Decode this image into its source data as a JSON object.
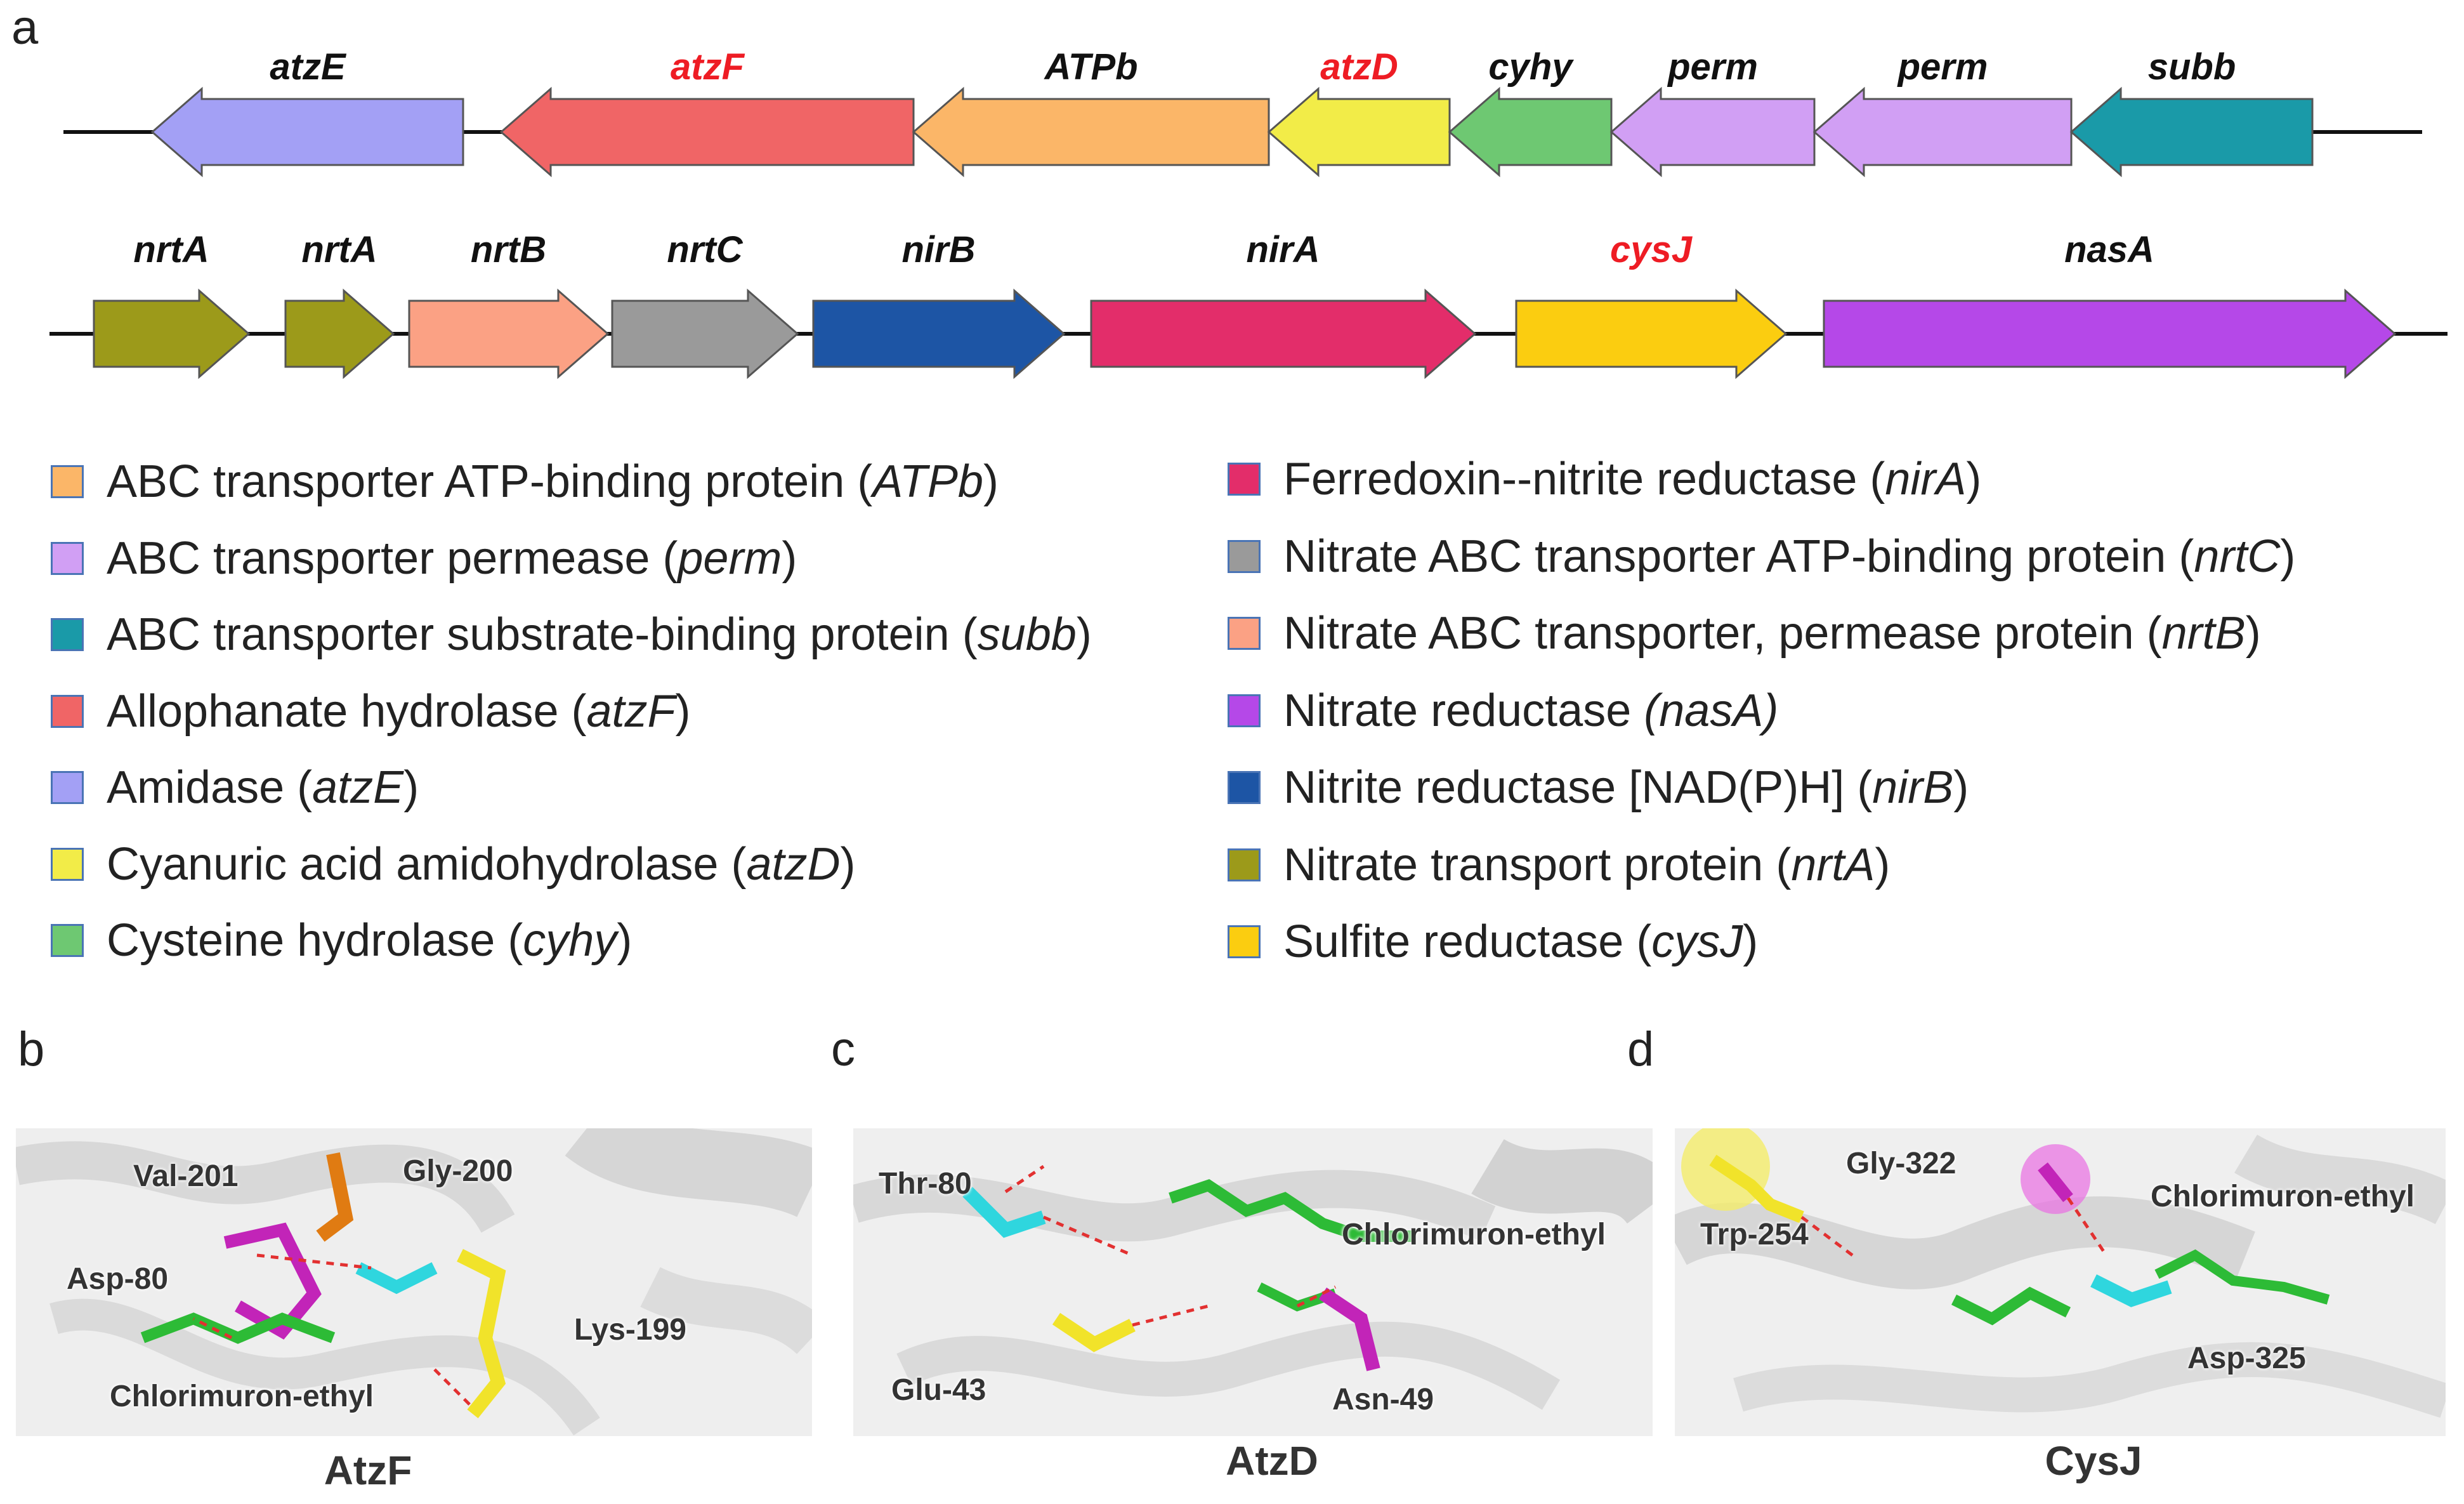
{
  "panels": {
    "a": "a",
    "b": "b",
    "c": "c",
    "d": "d"
  },
  "operon1": {
    "genes": [
      {
        "label": "atzE",
        "color": "#a3a0f5",
        "dir": "left",
        "highlight": false
      },
      {
        "label": "atzF",
        "color": "#f06566",
        "dir": "left",
        "highlight": true
      },
      {
        "label": "ATPb",
        "color": "#fbb668",
        "dir": "left",
        "highlight": false
      },
      {
        "label": "atzD",
        "color": "#f2ec48",
        "dir": "left",
        "highlight": true
      },
      {
        "label": "cyhy",
        "color": "#6ec872",
        "dir": "left",
        "highlight": false
      },
      {
        "label": "perm",
        "color": "#d19ff4",
        "dir": "left",
        "highlight": false
      },
      {
        "label": "perm",
        "color": "#d19ff4",
        "dir": "left",
        "highlight": false
      },
      {
        "label": "subb",
        "color": "#1a9aa8",
        "dir": "left",
        "highlight": false
      }
    ]
  },
  "operon2": {
    "genes": [
      {
        "label": "nrtA",
        "color": "#9c9a1a",
        "dir": "right",
        "highlight": false
      },
      {
        "label": "nrtA",
        "color": "#9c9a1a",
        "dir": "right",
        "highlight": false
      },
      {
        "label": "nrtB",
        "color": "#fba184",
        "dir": "right",
        "highlight": false
      },
      {
        "label": "nrtC",
        "color": "#9a9a9a",
        "dir": "right",
        "highlight": false
      },
      {
        "label": "nirB",
        "color": "#1d55a5",
        "dir": "right",
        "highlight": false
      },
      {
        "label": "nirA",
        "color": "#e32d6a",
        "dir": "right",
        "highlight": false
      },
      {
        "label": "cysJ",
        "color": "#fbcd10",
        "dir": "right",
        "highlight": true
      },
      {
        "label": "nasA",
        "color": "#b548e8",
        "dir": "right",
        "highlight": false
      }
    ]
  },
  "legend_left": [
    {
      "text": "ABC transporter ATP-binding protein (",
      "gene": "ATPb",
      "after": ")",
      "color": "#fbb668"
    },
    {
      "text": "ABC transporter permease (",
      "gene": "perm",
      "after": ")",
      "color": "#d19ff4"
    },
    {
      "text": "ABC transporter substrate-binding protein (",
      "gene": "subb",
      "after": ")",
      "color": "#1a9aa8"
    },
    {
      "text": "Allophanate hydrolase  (",
      "gene": "atzF",
      "after": ")",
      "color": "#f06566"
    },
    {
      "text": "Amidase (",
      "gene": "atzE",
      "after": ")",
      "color": "#a3a0f5"
    },
    {
      "text": "Cyanuric acid amidohydrolase (",
      "gene": "atzD",
      "after": ")",
      "color": "#f2ec48"
    },
    {
      "text": "Cysteine hydrolase (",
      "gene": "cyhy",
      "after": ")",
      "color": "#6ec872"
    }
  ],
  "legend_right": [
    {
      "text": "Ferredoxin--nitrite reductase (",
      "gene": "nirA",
      "after": ")",
      "color": "#e32d6a"
    },
    {
      "text": "Nitrate ABC transporter ATP-binding protein (",
      "gene": "nrtC",
      "after": ")",
      "color": "#9a9a9a"
    },
    {
      "text": "Nitrate ABC transporter, permease protein (",
      "gene": "nrtB",
      "after": ")",
      "color": "#fba184"
    },
    {
      "text": "Nitrate reductase ",
      "gene": "(nasA)",
      "after": "",
      "color": "#b548e8"
    },
    {
      "text": "Nitrite reductase [NAD(P)H] (",
      "gene": "nirB",
      "after": ")",
      "color": "#1d55a5"
    },
    {
      "text": "Nitrate transport protein (",
      "gene": "nrtA",
      "after": ")",
      "color": "#9c9a1a"
    },
    {
      "text": "Sulfite reductase (",
      "gene": "cysJ",
      "after": ")",
      "color": "#fbcd10"
    }
  ],
  "panel_b": {
    "caption": "AtzF",
    "labels": [
      "Val-201",
      "Gly-200",
      "Asp-80",
      "Lys-199",
      "Chlorimuron-ethyl"
    ]
  },
  "panel_c": {
    "caption": "AtzD",
    "labels": [
      "Thr-80",
      "Chlorimuron-ethyl",
      "Glu-43",
      "Asn-49"
    ]
  },
  "panel_d": {
    "caption": "CysJ",
    "labels": [
      "Gly-322",
      "Chlorimuron-ethyl",
      "Trp-254",
      "Asp-325"
    ]
  }
}
